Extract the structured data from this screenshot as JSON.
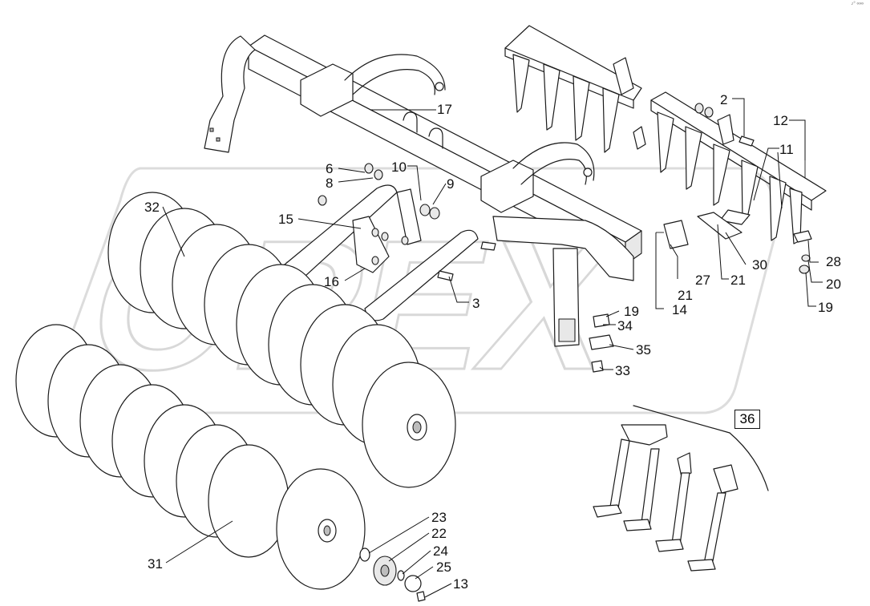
{
  "corner_mark": "♪° ∞∞",
  "watermark_text": "OPEX",
  "callouts": {
    "c2": "2",
    "c3": "3",
    "c6": "6",
    "c8": "8",
    "c9": "9",
    "c10": "10",
    "c11": "11",
    "c12": "12",
    "c13": "13",
    "c14": "14",
    "c15": "15",
    "c16": "16",
    "c17": "17",
    "c19a": "19",
    "c19b": "19",
    "c20": "20",
    "c21a": "21",
    "c21b": "21",
    "c22": "22",
    "c23": "23",
    "c24": "24",
    "c25": "25",
    "c27": "27",
    "c28": "28",
    "c30": "30",
    "c31": "31",
    "c32": "32",
    "c33": "33",
    "c34": "34",
    "c35": "35",
    "c36": "36"
  }
}
